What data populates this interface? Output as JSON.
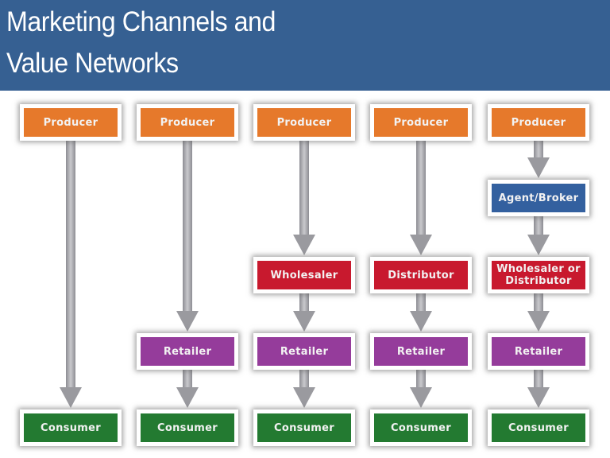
{
  "header": {
    "title_line1": "Marketing Channels and",
    "title_line2": "Value Networks",
    "background_color": "#366092"
  },
  "colors": {
    "producer": "#e6792b",
    "agent": "#33609f",
    "intermediary": "#c8192e",
    "retailer": "#953c9b",
    "consumer": "#237a31",
    "arrow": "#a6a6ab"
  },
  "channels": [
    {
      "id": "channel-1",
      "nodes": [
        {
          "label": "Producer",
          "type": "producer",
          "row": 0
        },
        {
          "label": "Consumer",
          "type": "consumer",
          "row": 4
        }
      ]
    },
    {
      "id": "channel-2",
      "nodes": [
        {
          "label": "Producer",
          "type": "producer",
          "row": 0
        },
        {
          "label": "Retailer",
          "type": "retailer",
          "row": 3
        },
        {
          "label": "Consumer",
          "type": "consumer",
          "row": 4
        }
      ]
    },
    {
      "id": "channel-3",
      "nodes": [
        {
          "label": "Producer",
          "type": "producer",
          "row": 0
        },
        {
          "label": "Wholesaler",
          "type": "wholesaler",
          "row": 2
        },
        {
          "label": "Retailer",
          "type": "retailer",
          "row": 3
        },
        {
          "label": "Consumer",
          "type": "consumer",
          "row": 4
        }
      ]
    },
    {
      "id": "channel-4",
      "nodes": [
        {
          "label": "Producer",
          "type": "producer",
          "row": 0
        },
        {
          "label": "Distributor",
          "type": "wholesaler",
          "row": 2
        },
        {
          "label": "Retailer",
          "type": "retailer",
          "row": 3
        },
        {
          "label": "Consumer",
          "type": "consumer",
          "row": 4
        }
      ]
    },
    {
      "id": "channel-5",
      "nodes": [
        {
          "label": "Producer",
          "type": "producer",
          "row": 0
        },
        {
          "label": "Agent/Broker",
          "type": "agent",
          "row": 1
        },
        {
          "label": "Wholesaler or Distributor",
          "type": "wholesaler",
          "row": 2
        },
        {
          "label": "Retailer",
          "type": "retailer",
          "row": 3
        },
        {
          "label": "Consumer",
          "type": "consumer",
          "row": 4
        }
      ]
    }
  ]
}
